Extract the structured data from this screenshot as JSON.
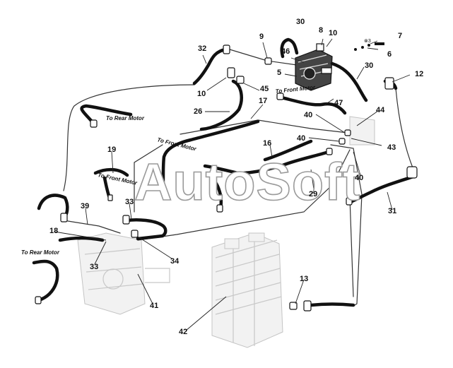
{
  "watermark": "AutoSoft",
  "callouts": [
    {
      "id": "c30a",
      "text": "30"
    },
    {
      "id": "c8",
      "text": "8"
    },
    {
      "id": "c10a",
      "text": "10"
    },
    {
      "id": "c9",
      "text": "9"
    },
    {
      "id": "c7",
      "text": "7"
    },
    {
      "id": "c46",
      "text": "46"
    },
    {
      "id": "c6",
      "text": "6"
    },
    {
      "id": "c32",
      "text": "32"
    },
    {
      "id": "c5",
      "text": "5"
    },
    {
      "id": "c30b",
      "text": "30"
    },
    {
      "id": "c12",
      "text": "12"
    },
    {
      "id": "c10b",
      "text": "10"
    },
    {
      "id": "c45",
      "text": "45"
    },
    {
      "id": "c47",
      "text": "47"
    },
    {
      "id": "c17",
      "text": "17"
    },
    {
      "id": "c26",
      "text": "26"
    },
    {
      "id": "c44",
      "text": "44"
    },
    {
      "id": "c40a",
      "text": "40"
    },
    {
      "id": "c40b",
      "text": "40"
    },
    {
      "id": "c43",
      "text": "43"
    },
    {
      "id": "c16",
      "text": "16"
    },
    {
      "id": "c19",
      "text": "19"
    },
    {
      "id": "c40c",
      "text": "40"
    },
    {
      "id": "c29",
      "text": "29"
    },
    {
      "id": "c31",
      "text": "31"
    },
    {
      "id": "c33a",
      "text": "33"
    },
    {
      "id": "c39",
      "text": "39"
    },
    {
      "id": "c18",
      "text": "18"
    },
    {
      "id": "c33b",
      "text": "33"
    },
    {
      "id": "c34",
      "text": "34"
    },
    {
      "id": "c41",
      "text": "41"
    },
    {
      "id": "c13",
      "text": "13"
    },
    {
      "id": "c42",
      "text": "42"
    }
  ],
  "route_labels": [
    {
      "id": "r1",
      "text": "To Rear Motor"
    },
    {
      "id": "r2",
      "text": "To Front Motor"
    },
    {
      "id": "r3",
      "text": "To Front Motor"
    },
    {
      "id": "r4",
      "text": "To Front Motor"
    },
    {
      "id": "r5",
      "text": "To Rear Motor"
    }
  ],
  "small_marks": [
    {
      "id": "m1",
      "text": "⊗3"
    }
  ]
}
